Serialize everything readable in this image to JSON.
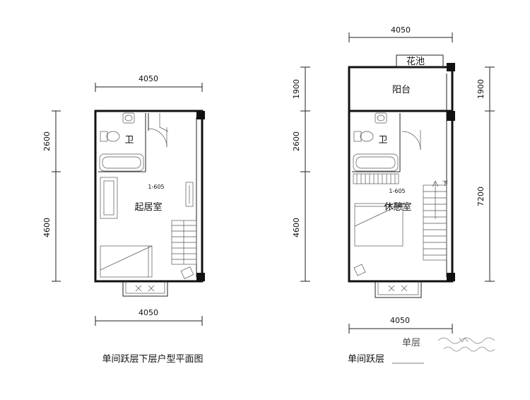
{
  "plans": [
    {
      "caption": "单间跃层下层户型平面图",
      "dims": {
        "top_width": "4050",
        "bottom_width": "4050",
        "left_upper": "2600",
        "left_lower": "4600"
      },
      "rooms": {
        "bath": "卫",
        "living": "起居室",
        "unit_code": "1-605"
      }
    },
    {
      "caption": "单间跃层",
      "dims": {
        "top_width": "4050",
        "bottom_width": "4050",
        "left_top": "1900",
        "left_upper": "2600",
        "left_lower": "4600",
        "right_top": "1900",
        "right_lower": "7200"
      },
      "rooms": {
        "planter": "花池",
        "balcony": "阳台",
        "bath": "卫",
        "bedroom": "休憩室",
        "unit_code": "1-605",
        "stair_mark": "下"
      }
    }
  ],
  "overlay": {
    "fragment": "单层"
  }
}
